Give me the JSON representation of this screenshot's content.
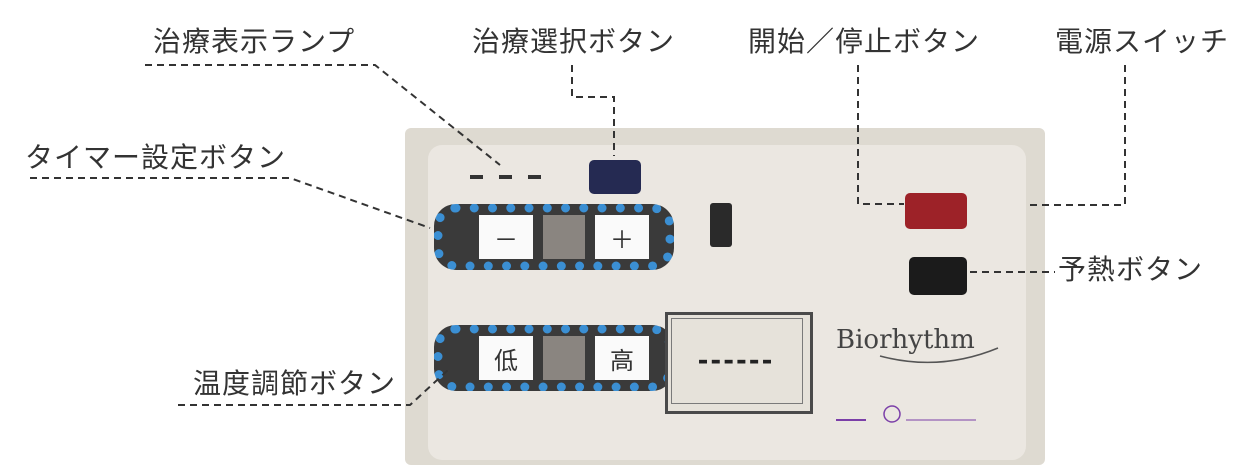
{
  "callouts": {
    "treatment_lamp": "治療表示ランプ",
    "treatment_select": "治療選択ボタン",
    "start_stop": "開始／停止ボタン",
    "power_switch": "電源スイッチ",
    "timer": "タイマー設定ボタン",
    "preheat": "予熱ボタン",
    "temperature": "温度調節ボタン"
  },
  "device": {
    "timer_group": {
      "minus": "－",
      "plus": "＋"
    },
    "temp_group": {
      "low": "低",
      "high": "高"
    },
    "display_text": "------",
    "brand": "Biorhythm"
  },
  "colors": {
    "highlight": "#3b8fd3",
    "start_button": "#9d2228",
    "select_button": "#252a52",
    "maker": "#7b3fa8"
  }
}
